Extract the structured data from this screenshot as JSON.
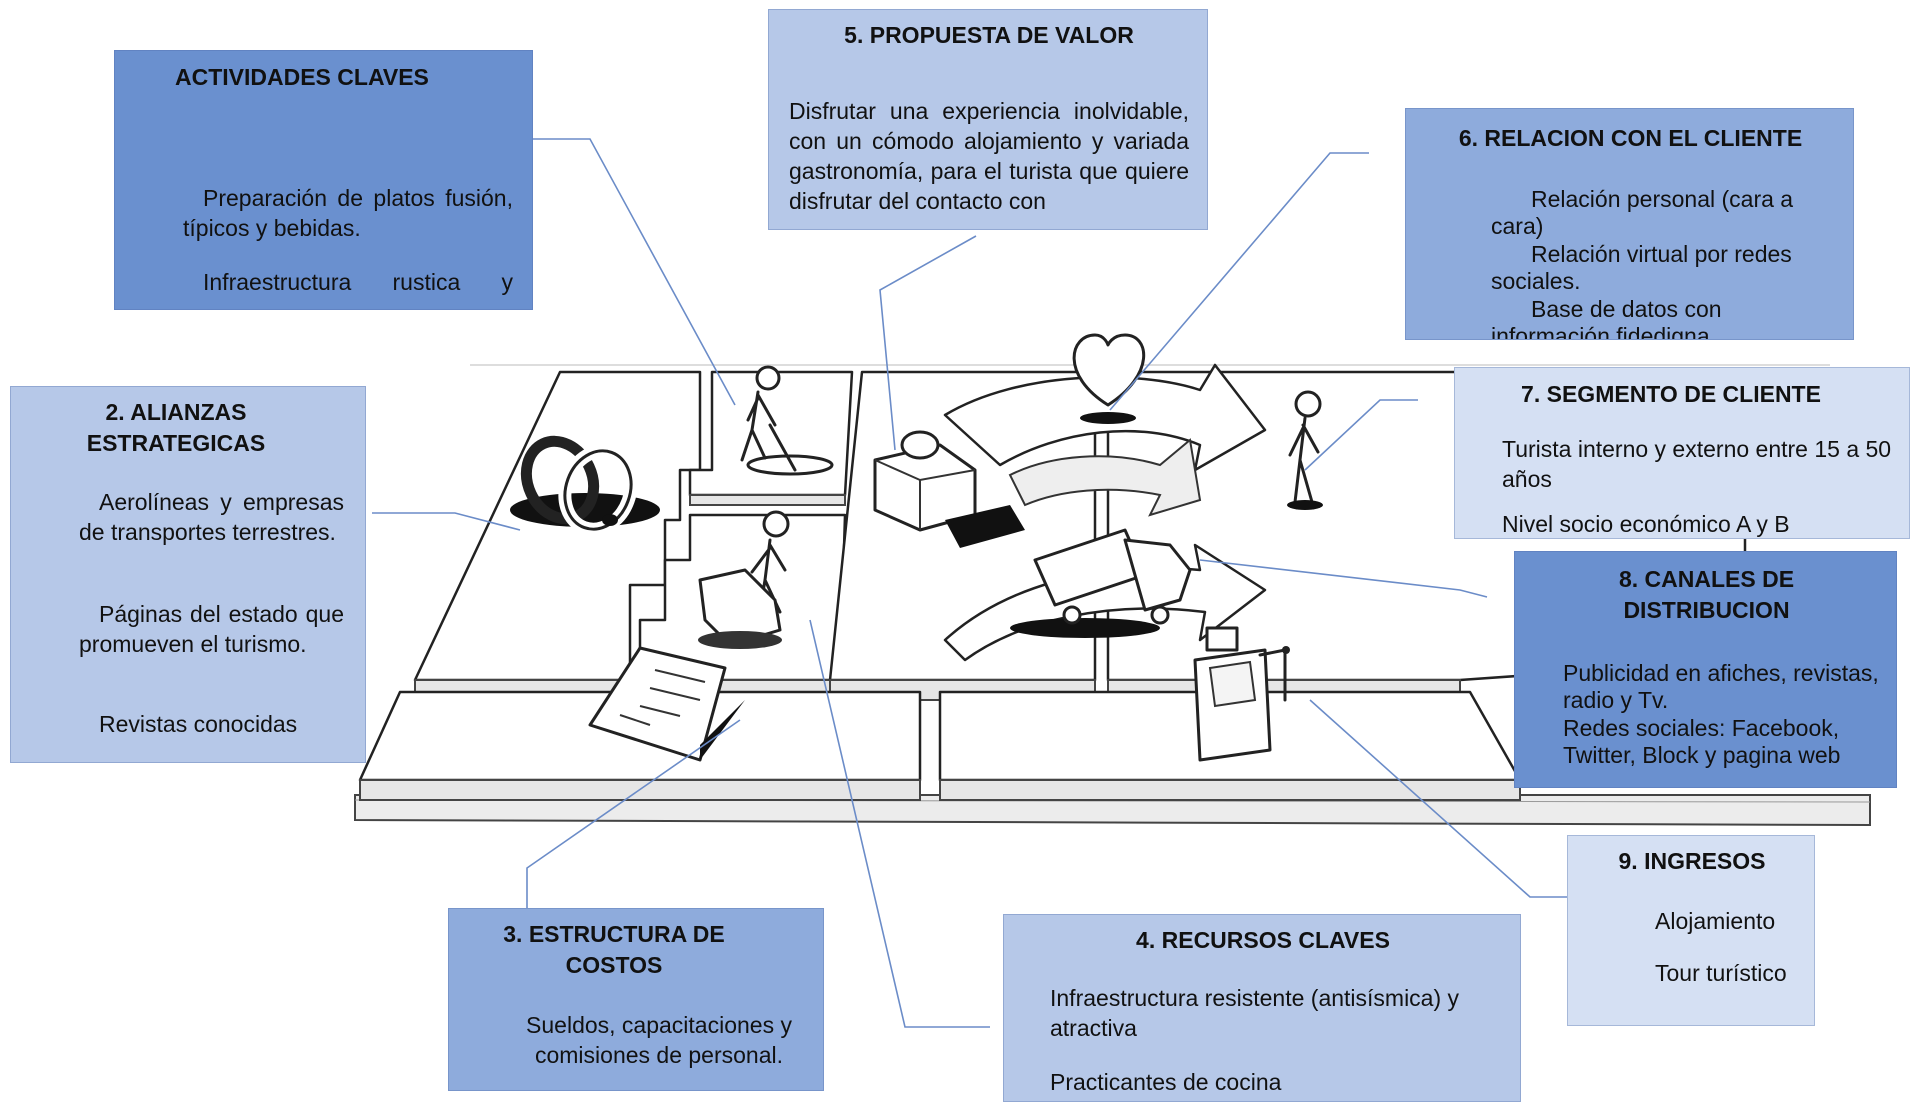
{
  "colors": {
    "dark_box": "#6a90cf",
    "mid_box": "#8eabdc",
    "light_box": "#b6c8e8",
    "pale_box": "#d5e0f3",
    "leader_line": "#6b8cc8"
  },
  "blocks": {
    "actividades": {
      "title": "ACTIVIDADES CLAVES",
      "p1": "Preparación de platos fusión, típicos y bebidas.",
      "p2": "Infraestructura rustica y"
    },
    "alianzas": {
      "title": "2. ALIANZAS ESTRATEGICAS",
      "p1": "Aerolíneas y empresas de transportes terrestres.",
      "p2": "Páginas del estado que promueven el turismo.",
      "p3": "Revistas conocidas"
    },
    "costos": {
      "title": "3. ESTRUCTURA DE COSTOS",
      "p1": "Sueldos, capacitaciones y comisiones de personal."
    },
    "recursos": {
      "title": "4. RECURSOS CLAVES",
      "p1": "Infraestructura resistente (antisísmica) y atractiva",
      "p2": "Practicantes de cocina"
    },
    "propuesta": {
      "title": "5. PROPUESTA DE VALOR",
      "p1": "Disfrutar una experiencia inolvidable, con un cómodo alojamiento y variada gastronomía, para el turista que quiere disfrutar del contacto con"
    },
    "relacion": {
      "title": "6. RELACION CON EL CLIENTE",
      "p1": "Relación personal (cara a cara)",
      "p2": "Relación virtual por redes sociales.",
      "p3": "Base de datos con",
      "p4": "información fidedigna"
    },
    "segmento": {
      "title": "7. SEGMENTO DE CLIENTE",
      "p1": "Turista interno y externo entre 15 a 50 años",
      "p2": "Nivel socio económico A y B"
    },
    "canales": {
      "title": "8. CANALES DE DISTRIBUCION",
      "p1": "Publicidad en afiches, revistas, radio y Tv.",
      "p2": "Redes sociales: Facebook, Twitter, Block y pagina web"
    },
    "ingresos": {
      "title": "9. INGRESOS",
      "p1": "Alojamiento",
      "p2": "Tour turístico"
    }
  },
  "illustrations": {
    "key_partners": "wedding-rings-icon",
    "key_activities": "worker-digging-icon",
    "key_resources": "worker-machine-icon",
    "cost_structure": "invoice-icon",
    "value_proposition": "gift-icon",
    "customer_relationships": "heart-icon",
    "customer_segments": "person-icon",
    "channels": "delivery-truck-icon",
    "revenue_streams": "cash-register-icon"
  }
}
